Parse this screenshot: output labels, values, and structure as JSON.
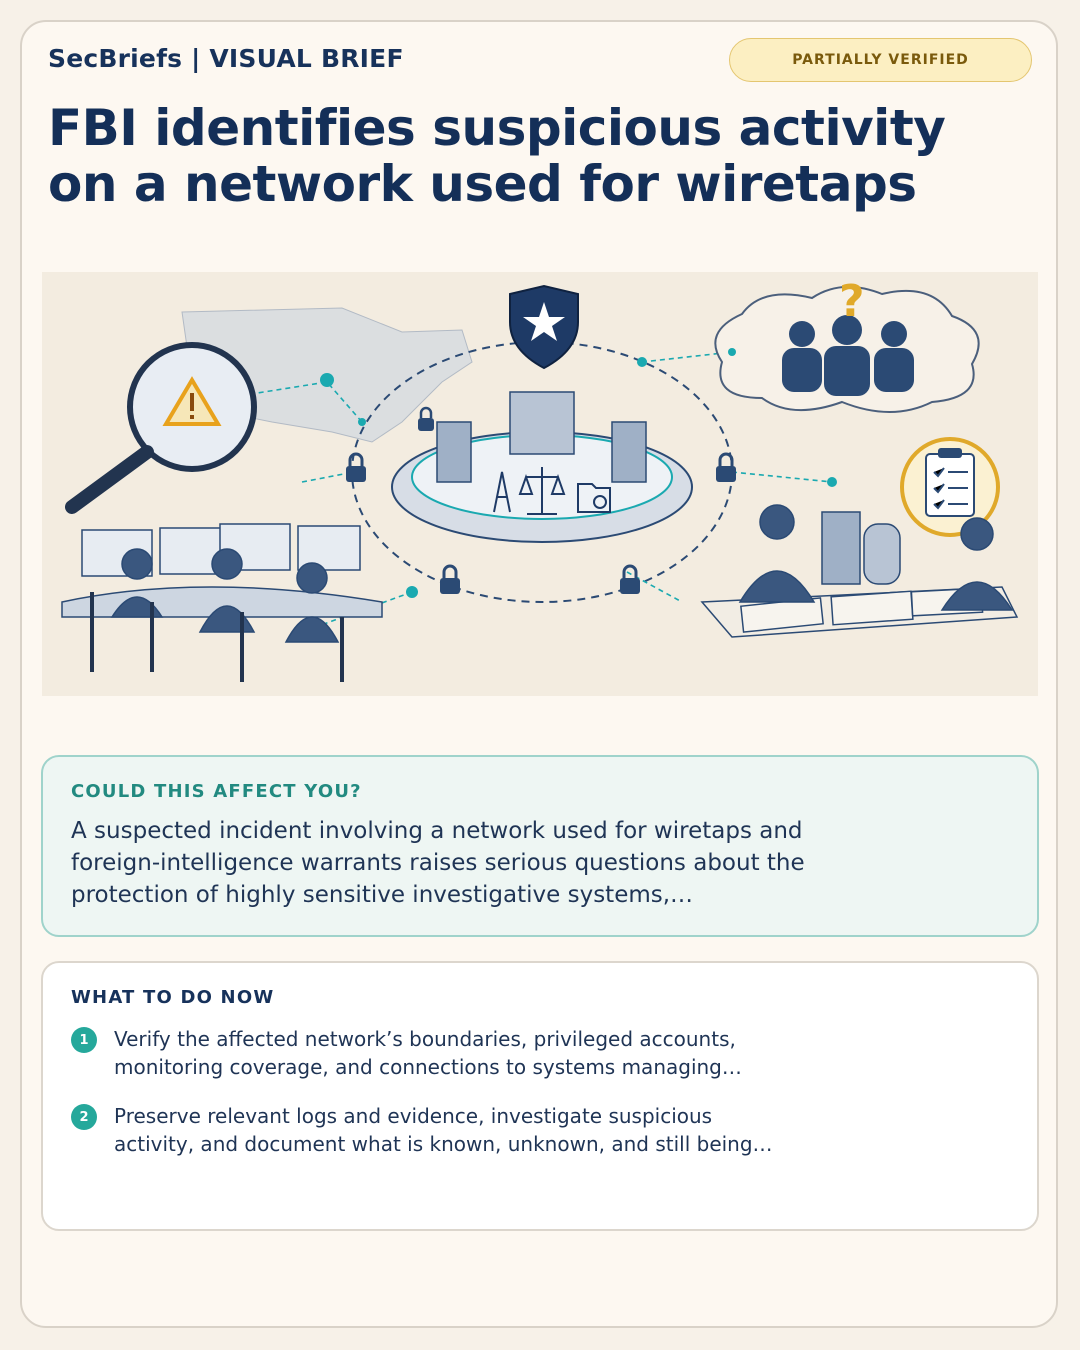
{
  "header": {
    "brand": "SecBriefs | VISUAL BRIEF",
    "badge": "PARTIALLY VERIFIED",
    "title": "FBI identifies suspicious activity on a network used for wiretaps"
  },
  "affect": {
    "heading": "COULD THIS AFFECT YOU?",
    "body": "A suspected incident involving a network used for wiretaps and foreign-intelligence warrants raises serious questions about the protection of highly sensitive investigative systems,…"
  },
  "todo": {
    "heading": "WHAT TO DO NOW",
    "steps": [
      {
        "num": "1",
        "text": "Verify the affected network’s boundaries, privileged accounts, monitoring coverage, and connections to systems managing…"
      },
      {
        "num": "2",
        "text": "Preserve relevant logs and evidence, investigate suspicious activity, and document what is known, unknown, and still being…"
      }
    ]
  },
  "illustration": {
    "question_mark": "?",
    "colors": {
      "ink": "#2b4a74",
      "teal": "#1aa9b0",
      "warning": "#e8a21c",
      "accent_gold": "#e0a92a"
    }
  }
}
